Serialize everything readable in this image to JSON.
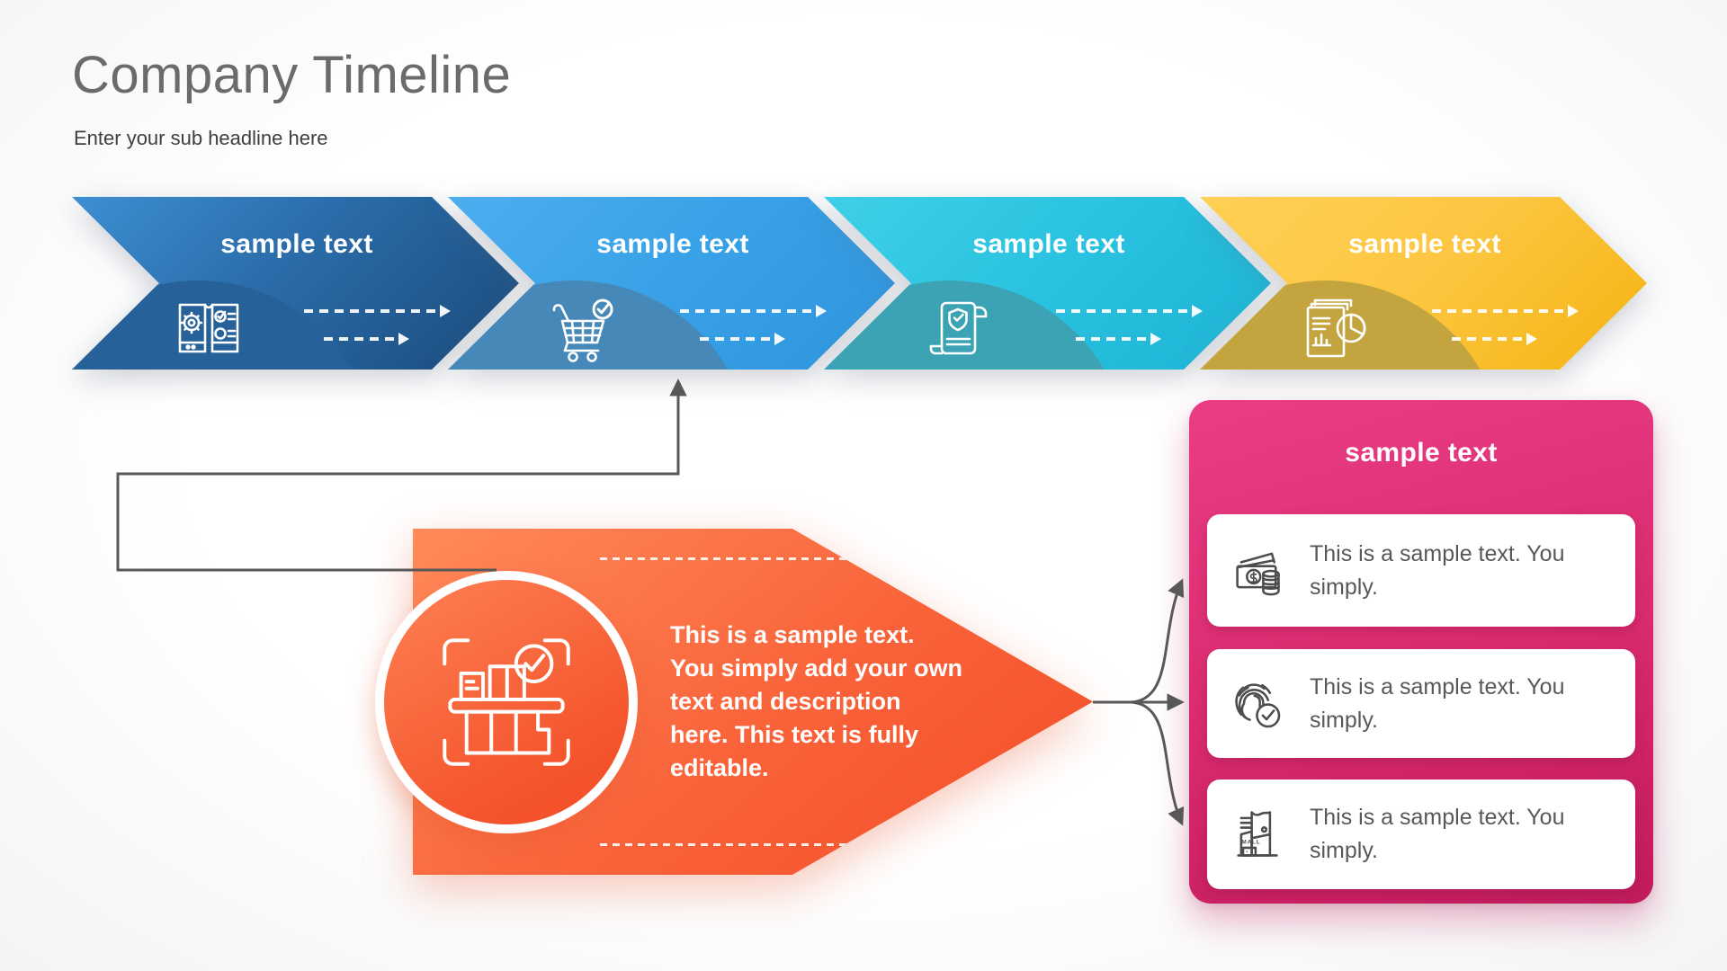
{
  "header": {
    "title": "Company Timeline",
    "subtitle": "Enter your sub headline here"
  },
  "timeline": {
    "steps": [
      {
        "label": "sample text",
        "icon": "book-gear-checklist-icon",
        "color_from": "#3d8fd2",
        "color_to": "#1b4a7b",
        "dome_color": "#26619a"
      },
      {
        "label": "sample text",
        "icon": "shopping-cart-check-icon",
        "color_from": "#4caeef",
        "color_to": "#2f95de",
        "dome_color": "#4688b7"
      },
      {
        "label": "sample text",
        "icon": "certificate-scroll-icon",
        "color_from": "#3fd0e8",
        "color_to": "#1eb2d4",
        "dome_color": "#3ba3b4"
      },
      {
        "label": "sample text",
        "icon": "report-pie-chart-icon",
        "color_from": "#ffd056",
        "color_to": "#f4b310",
        "dome_color": "#c3a43e"
      }
    ]
  },
  "feature": {
    "icon": "package-scan-icon",
    "color_from": "#ff8a5a",
    "color_to": "#f34d27",
    "description": "This is a sample text.\nYou simply add your own\ntext and description\nhere. This text is fully\neditable."
  },
  "panel": {
    "title": "sample text",
    "color_from": "#ea3d86",
    "color_to": "#c11b5c",
    "items": [
      {
        "icon": "money-cash-icon",
        "text": "This is a sample text. You\nsimply."
      },
      {
        "icon": "fingerprint-check-icon",
        "text": "This is a sample text. You\nsimply."
      },
      {
        "icon": "mall-building-icon",
        "text": "This is a sample text. You\nsimply."
      }
    ]
  },
  "connector_color": "#585858",
  "text_colors": {
    "title": "#6b6b6b",
    "subtitle": "#3e3e3e",
    "card_text": "#585858"
  }
}
